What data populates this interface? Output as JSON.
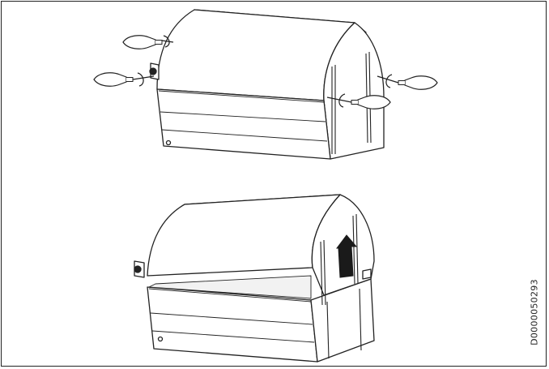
{
  "document_code": "D0000050293",
  "colors": {
    "stroke": "#222222",
    "paper": "#ffffff",
    "arrow": "#1a1a1a",
    "inner": "#efefef"
  },
  "steps": [
    {
      "id": "step-1",
      "tools": [
        "screwdriver",
        "screwdriver",
        "screwdriver",
        "screwdriver"
      ]
    },
    {
      "id": "step-2",
      "action": "lift-cover-up-arrow"
    }
  ]
}
